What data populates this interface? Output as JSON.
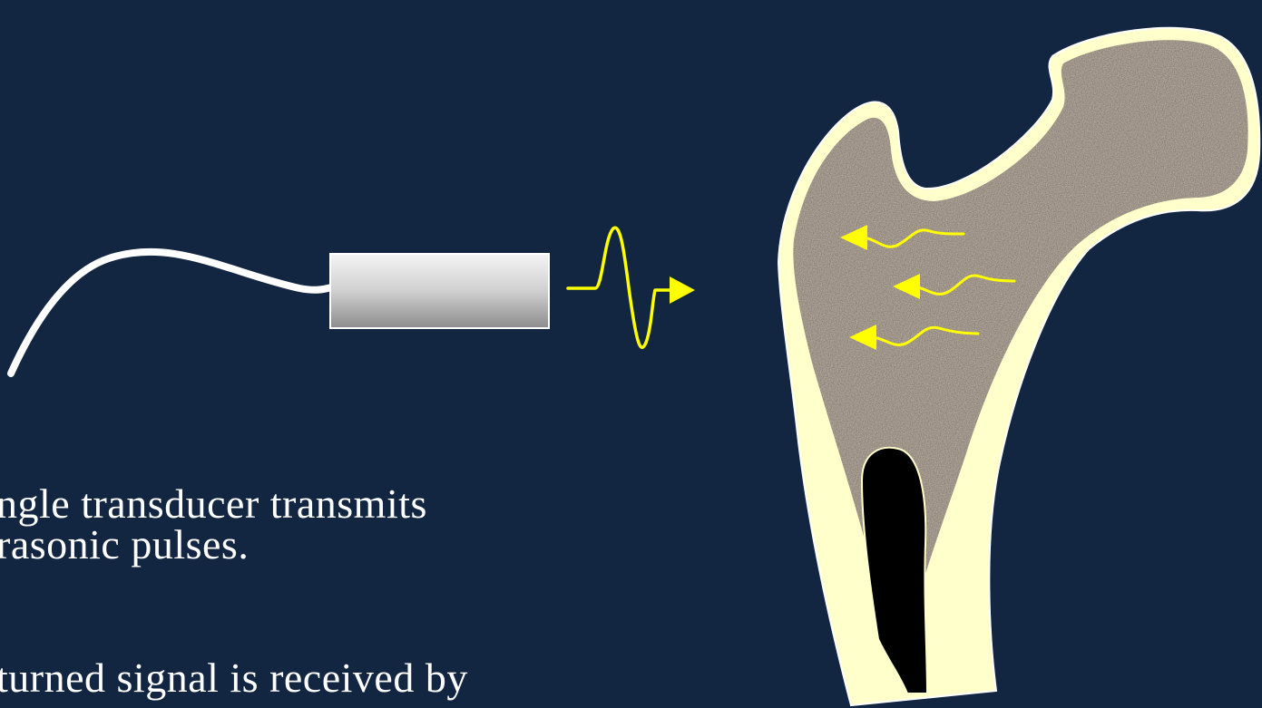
{
  "slide": {
    "background_color": "#132641",
    "bullet_lines": [
      "ngle transducer transmits",
      "rasonic pulses.",
      "turned signal is received by"
    ]
  },
  "diagram": {
    "colors": {
      "cable": "#ffffff",
      "signal": "#ffff00",
      "cortical_bone": "#ffffcc",
      "trabecular_bone": "#8c8072",
      "medullary_canal": "#000000",
      "transducer_body": "#c9c9c9"
    },
    "elements": [
      "transducer-cable",
      "transducer",
      "ultrasound-pulse",
      "femur-bone",
      "reflected-waves",
      "medullary-canal"
    ]
  }
}
